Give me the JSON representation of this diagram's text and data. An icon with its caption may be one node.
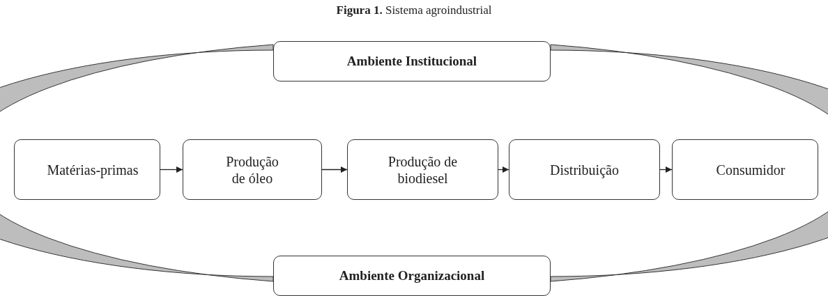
{
  "diagram": {
    "title": "**Figura 1.** Sistema agroindustrial",
    "nodes": [
      {
        "text": [
          "Ambiente Institucional"
        ]
      },
      {
        "text": [
          "Matérias-primas"
        ]
      },
      {
        "text": [
          "Produção de óleo"
        ]
      },
      {
        "text": [
          "Produção de biodiesel"
        ]
      },
      {
        "text": [
          "Distribuição"
        ]
      },
      {
        "text": [
          "Consumidor"
        ]
      },
      {
        "text": [
          "Ambiente Organizacional"
        ]
      }
    ],
    "edges": [
      {
        "from": 1,
        "to": 2,
        "arrow": "to"
      },
      {
        "from": 2,
        "to": 3,
        "arrow": "to"
      },
      {
        "from": 3,
        "to": 4,
        "arrow": "to"
      },
      {
        "from": 4,
        "to": 5,
        "arrow": "to"
      }
    ]
  }
}
